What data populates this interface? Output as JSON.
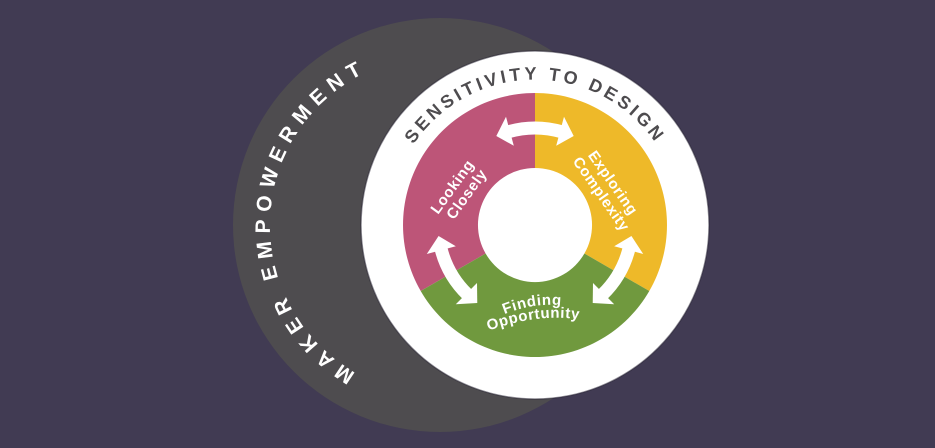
{
  "title": "Maker Empowerment / Sensitivity to Design cycle diagram",
  "colors": {
    "background": "#413b53",
    "maker_circle": "#4e4c4f",
    "sensitivity_circle": "#ffffff",
    "sensitivity_circle_edge": "#282334",
    "arrow": "#ffffff",
    "ring_title_text": "#4e4c4f",
    "maker_title_text": "#ffffff",
    "segment_label_text": "#ffffff"
  },
  "diagram": {
    "outer_ring_label": "MAKER EMPOWERMENT",
    "inner_ring_label": "SENSITIVITY TO DESIGN",
    "segments": [
      {
        "name": "Looking Closely",
        "line1": "Looking",
        "line2": "Closely",
        "color": "#bd5578"
      },
      {
        "name": "Exploring Complexity",
        "line1": "Exploring",
        "line2": "Complexity",
        "color": "#eeb929"
      },
      {
        "name": "Finding Opportunity",
        "line1": "Finding",
        "line2": "Opportunity",
        "color": "#70993e"
      }
    ],
    "icons": {
      "cycle_arrow": "double-headed-curved-arrow"
    }
  }
}
